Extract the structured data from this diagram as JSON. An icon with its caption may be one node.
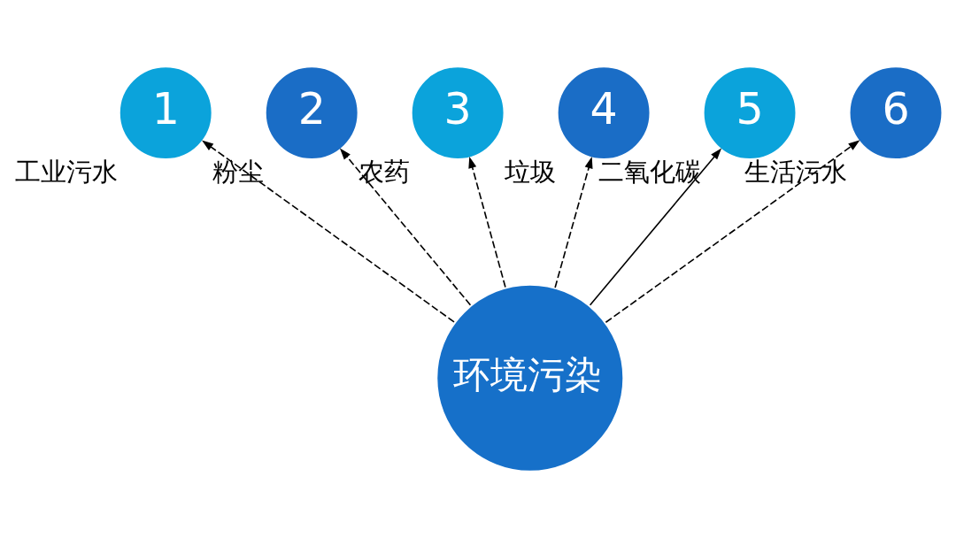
{
  "diagram": {
    "nodes": [
      {
        "text": [
          "1"
        ],
        "beside": [
          "工业污水"
        ]
      },
      {
        "text": [
          "2"
        ],
        "beside": [
          "粉尘"
        ]
      },
      {
        "text": [
          "3"
        ],
        "beside": [
          "农药"
        ]
      },
      {
        "text": [
          "4"
        ],
        "beside": [
          "垃圾"
        ]
      },
      {
        "text": [
          "5"
        ],
        "beside": [
          "二氧化碳"
        ]
      },
      {
        "text": [
          "6"
        ],
        "beside": [
          "生活污水"
        ]
      },
      {
        "text": [
          "环境污染"
        ]
      }
    ],
    "edges": [
      {
        "from": 6,
        "to": 0,
        "arrow": "to",
        "style": "dashed"
      },
      {
        "from": 6,
        "to": 1,
        "arrow": "to",
        "style": "dashed"
      },
      {
        "from": 6,
        "to": 2,
        "arrow": "to",
        "style": "dashed"
      },
      {
        "from": 6,
        "to": 3,
        "arrow": "to",
        "style": "dashed"
      },
      {
        "from": 6,
        "to": 4,
        "arrow": "to"
      },
      {
        "from": 6,
        "to": 5,
        "arrow": "to",
        "style": "dashed"
      }
    ]
  }
}
